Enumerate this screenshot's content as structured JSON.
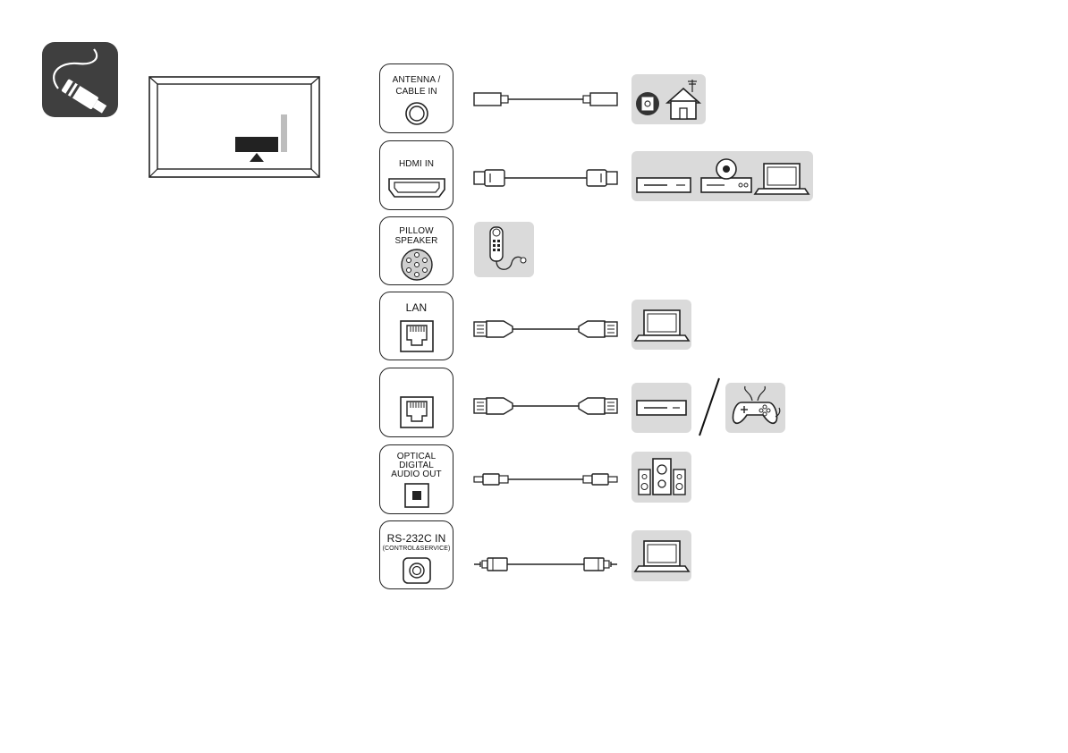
{
  "ports": [
    {
      "id": "antenna",
      "label_line1": "ANTENNA /",
      "label_line2": "CABLE IN"
    },
    {
      "id": "hdmi",
      "label_line1": "HDMI IN"
    },
    {
      "id": "pillow",
      "label_line1": "PILLOW",
      "label_line2": "SPEAKER"
    },
    {
      "id": "lan",
      "label_line1": "LAN"
    },
    {
      "id": "rj",
      "label_line1": ""
    },
    {
      "id": "optical",
      "label_line1": "OPTICAL",
      "label_line2": "DIGITAL",
      "label_line3": "AUDIO OUT"
    },
    {
      "id": "rs232",
      "label_line1": "RS-232C IN",
      "label_line2": "(CONTROL&SERVICE)"
    }
  ],
  "colors": {
    "tile": "#3f3f3f",
    "device_bg": "#dadada",
    "line": "#222222"
  },
  "icons": [
    "cable-plug-icon",
    "tv-back-panel-icon",
    "antenna-house-icon",
    "bluray-player-icon",
    "dvd-player-icon",
    "laptop-icon",
    "pillow-speaker-remote-icon",
    "set-top-box-icon",
    "gamepad-icon",
    "speaker-system-icon"
  ]
}
